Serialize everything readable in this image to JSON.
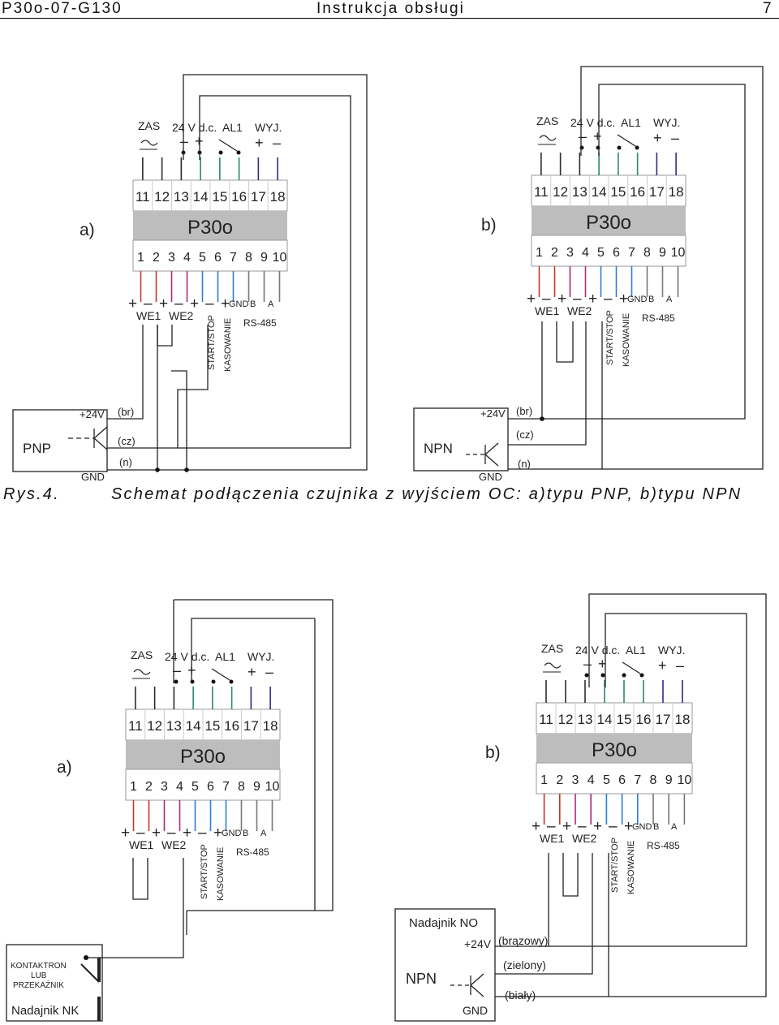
{
  "header": {
    "doc_code": "P30o-07-G130",
    "title": "Instrukcja obsługi",
    "page_number": "7"
  },
  "caption": {
    "figure_label": "Rys.4.",
    "text": "Schemat podłączenia czujnika z wyjściem OC: a)typu PNP, b)typu NPN"
  },
  "panel_labels": {
    "a": "a)",
    "b": "b)"
  },
  "device": {
    "name": "P30o",
    "top_terminals": [
      "11",
      "12",
      "13",
      "14",
      "15",
      "16",
      "17",
      "18"
    ],
    "bottom_terminals": [
      "1",
      "2",
      "3",
      "4",
      "5",
      "6",
      "7",
      "8",
      "9",
      "10"
    ],
    "zas_label": "ZAS",
    "supply_label": "24 V d.c.",
    "al1_label": "AL1",
    "wyj_label": "WYJ.",
    "minus": "–",
    "plus": "+",
    "we1": "WE1",
    "we2": "WE2",
    "start_stop": "START/STOP",
    "kasowanie": "KASOWANIE",
    "gnd": "GND",
    "b": "B",
    "a": "A",
    "rs485": "RS-485"
  },
  "sensors": {
    "pnp": {
      "type": "PNP",
      "v24": "+24V",
      "gnd": "GND",
      "br": "(br)",
      "cz": "(cz)",
      "n": "(n)"
    },
    "npn": {
      "type": "NPN",
      "v24": "+24V",
      "gnd": "GND",
      "br": "(br)",
      "cz": "(cz)",
      "n": "(n)"
    },
    "relay": {
      "line1": "KONTAKTRON",
      "line2": "LUB",
      "line3": "PRZEKAŹNIK",
      "name": "Nadajnik NK"
    },
    "npn_no": {
      "title": "Nadajnik NO",
      "type": "NPN",
      "v24": "+24V",
      "gnd": "GND",
      "brown": "(brązowy)",
      "green": "(zielony)",
      "white": "(biały)"
    }
  },
  "colors": {
    "wire_dark": "#2b2b2b",
    "wire_navy": "#2c2c80",
    "wire_red": "#c0392b",
    "wire_magenta": "#b0287f",
    "wire_teal": "#2a8a6a",
    "wire_blue": "#2a7fd0",
    "wire_gray": "#777777",
    "terminal_face": "#ffffff",
    "device_band": "#bdbdbd",
    "outline": "#9a9a9a"
  }
}
